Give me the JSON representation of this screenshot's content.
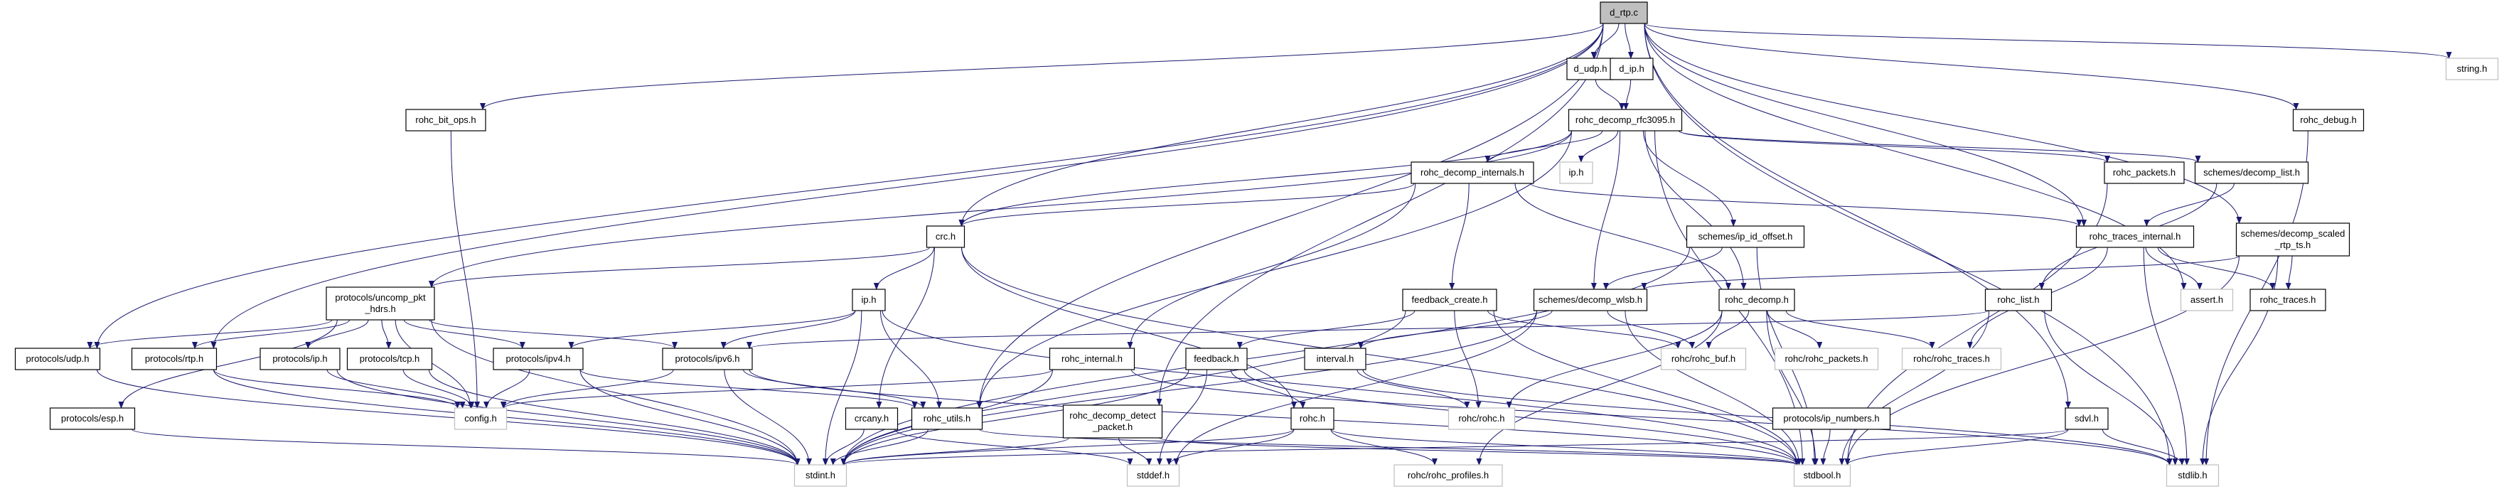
{
  "title": "d_rtp.c",
  "colors": {
    "edge": "#191970",
    "node_border": "#000000",
    "system_border": "#bfbfbf",
    "root_fill": "#bfbfbf",
    "node_fill": "#ffffff"
  },
  "nodes": [
    {
      "id": "d_rtp_c",
      "label": "d_rtp.c",
      "kind": "root"
    },
    {
      "id": "d_udp_h",
      "label": "d_udp.h",
      "kind": "local"
    },
    {
      "id": "d_ip_h",
      "label": "d_ip.h",
      "kind": "local"
    },
    {
      "id": "rohc_decomp_rfc3095_h",
      "label": "rohc_decomp_rfc3095.h",
      "kind": "local"
    },
    {
      "id": "rohc_bit_ops_h",
      "label": "rohc_bit_ops.h",
      "kind": "local"
    },
    {
      "id": "rohc_debug_h",
      "label": "rohc_debug.h",
      "kind": "local"
    },
    {
      "id": "string_h",
      "label": "string.h",
      "kind": "system"
    },
    {
      "id": "rohc_decomp_internals_h",
      "label": "rohc_decomp_internals.h",
      "kind": "local"
    },
    {
      "id": "ip_h_sys",
      "label": "ip.h",
      "kind": "system"
    },
    {
      "id": "rohc_packets_h",
      "label": "rohc_packets.h",
      "kind": "local"
    },
    {
      "id": "schemes_decomp_list_h",
      "label": "schemes/decomp_list.h",
      "kind": "local"
    },
    {
      "id": "crc_h",
      "label": "crc.h",
      "kind": "local"
    },
    {
      "id": "schemes_ip_id_offset_h",
      "label": "schemes/ip_id_offset.h",
      "kind": "local"
    },
    {
      "id": "rohc_traces_internal_h",
      "label": "rohc_traces_internal.h",
      "kind": "local"
    },
    {
      "id": "schemes_decomp_scaled_rtp_ts_h",
      "label": "schemes/decomp_scaled\n_rtp_ts.h",
      "kind": "local"
    },
    {
      "id": "protocols_uncomp_pkt_hdrs_h",
      "label": "protocols/uncomp_pkt\n_hdrs.h",
      "kind": "local"
    },
    {
      "id": "ip_h",
      "label": "ip.h",
      "kind": "local"
    },
    {
      "id": "feedback_create_h",
      "label": "feedback_create.h",
      "kind": "local"
    },
    {
      "id": "schemes_decomp_wlsb_h",
      "label": "schemes/decomp_wlsb.h",
      "kind": "local"
    },
    {
      "id": "rohc_decomp_h",
      "label": "rohc_decomp.h",
      "kind": "local"
    },
    {
      "id": "rohc_list_h",
      "label": "rohc_list.h",
      "kind": "local"
    },
    {
      "id": "assert_h",
      "label": "assert.h",
      "kind": "system"
    },
    {
      "id": "rohc_traces_h",
      "label": "rohc_traces.h",
      "kind": "local"
    },
    {
      "id": "protocols_udp_h",
      "label": "protocols/udp.h",
      "kind": "local"
    },
    {
      "id": "protocols_rtp_h",
      "label": "protocols/rtp.h",
      "kind": "local"
    },
    {
      "id": "protocols_ip_h",
      "label": "protocols/ip.h",
      "kind": "local"
    },
    {
      "id": "protocols_tcp_h",
      "label": "protocols/tcp.h",
      "kind": "local"
    },
    {
      "id": "protocols_ipv4_h",
      "label": "protocols/ipv4.h",
      "kind": "local"
    },
    {
      "id": "protocols_ipv6_h",
      "label": "protocols/ipv6.h",
      "kind": "local"
    },
    {
      "id": "rohc_internal_h",
      "label": "rohc_internal.h",
      "kind": "local"
    },
    {
      "id": "feedback_h",
      "label": "feedback.h",
      "kind": "local"
    },
    {
      "id": "interval_h",
      "label": "interval.h",
      "kind": "local"
    },
    {
      "id": "rohc_rohc_buf_h",
      "label": "rohc/rohc_buf.h",
      "kind": "system"
    },
    {
      "id": "rohc_rohc_packets_h",
      "label": "rohc/rohc_packets.h",
      "kind": "system"
    },
    {
      "id": "rohc_rohc_traces_h",
      "label": "rohc/rohc_traces.h",
      "kind": "system"
    },
    {
      "id": "config_h",
      "label": "config.h",
      "kind": "system"
    },
    {
      "id": "protocols_esp_h",
      "label": "protocols/esp.h",
      "kind": "local"
    },
    {
      "id": "crcany_h",
      "label": "crcany.h",
      "kind": "local"
    },
    {
      "id": "rohc_utils_h",
      "label": "rohc_utils.h",
      "kind": "local"
    },
    {
      "id": "rohc_decomp_detect_packet_h",
      "label": "rohc_decomp_detect\n_packet.h",
      "kind": "local"
    },
    {
      "id": "rohc_h",
      "label": "rohc.h",
      "kind": "local"
    },
    {
      "id": "rohc_rohc_h",
      "label": "rohc/rohc.h",
      "kind": "system"
    },
    {
      "id": "protocols_ip_numbers_h",
      "label": "protocols/ip_numbers.h",
      "kind": "local"
    },
    {
      "id": "sdvl_h",
      "label": "sdvl.h",
      "kind": "local"
    },
    {
      "id": "stdint_h",
      "label": "stdint.h",
      "kind": "system"
    },
    {
      "id": "stddef_h",
      "label": "stddef.h",
      "kind": "system"
    },
    {
      "id": "rohc_rohc_profiles_h",
      "label": "rohc/rohc_profiles.h",
      "kind": "system"
    },
    {
      "id": "stdbool_h",
      "label": "stdbool.h",
      "kind": "system"
    },
    {
      "id": "stdlib_h",
      "label": "stdlib.h",
      "kind": "system"
    }
  ],
  "edges": [
    [
      "d_rtp_c",
      "d_udp_h"
    ],
    [
      "d_rtp_c",
      "d_ip_h"
    ],
    [
      "d_rtp_c",
      "rohc_bit_ops_h"
    ],
    [
      "d_rtp_c",
      "rohc_debug_h"
    ],
    [
      "d_rtp_c",
      "string_h"
    ],
    [
      "d_rtp_c",
      "crc_h"
    ],
    [
      "d_rtp_c",
      "rohc_traces_internal_h"
    ],
    [
      "d_rtp_c",
      "schemes_decomp_scaled_rtp_ts_h"
    ],
    [
      "d_rtp_c",
      "protocols_udp_h"
    ],
    [
      "d_rtp_c",
      "protocols_rtp_h"
    ],
    [
      "d_rtp_c",
      "rohc_utils_h"
    ],
    [
      "d_rtp_c",
      "rohc_decomp_detect_packet_h"
    ],
    [
      "d_rtp_c",
      "assert_h"
    ],
    [
      "d_rtp_c",
      "sdvl_h"
    ],
    [
      "d_rtp_c",
      "stdlib_h"
    ],
    [
      "d_udp_h",
      "rohc_decomp_rfc3095_h"
    ],
    [
      "d_ip_h",
      "rohc_decomp_rfc3095_h"
    ],
    [
      "rohc_decomp_rfc3095_h",
      "rohc_decomp_internals_h"
    ],
    [
      "rohc_decomp_rfc3095_h",
      "ip_h_sys"
    ],
    [
      "rohc_decomp_rfc3095_h",
      "rohc_packets_h"
    ],
    [
      "rohc_decomp_rfc3095_h",
      "schemes_decomp_list_h"
    ],
    [
      "rohc_decomp_rfc3095_h",
      "schemes_ip_id_offset_h"
    ],
    [
      "rohc_decomp_rfc3095_h",
      "crc_h"
    ],
    [
      "rohc_decomp_rfc3095_h",
      "schemes_decomp_wlsb_h"
    ],
    [
      "rohc_decomp_rfc3095_h",
      "rohc_decomp_h"
    ],
    [
      "rohc_decomp_rfc3095_h",
      "protocols_uncomp_pkt_hdrs_h"
    ],
    [
      "rohc_decomp_rfc3095_h",
      "rohc_utils_h"
    ],
    [
      "rohc_decomp_rfc3095_h",
      "stdbool_h"
    ],
    [
      "rohc_bit_ops_h",
      "config_h"
    ],
    [
      "rohc_debug_h",
      "stdlib_h"
    ],
    [
      "rohc_decomp_internals_h",
      "crc_h"
    ],
    [
      "rohc_decomp_internals_h",
      "feedback_create_h"
    ],
    [
      "rohc_decomp_internals_h",
      "rohc_decomp_h"
    ],
    [
      "rohc_decomp_internals_h",
      "rohc_traces_internal_h"
    ],
    [
      "rohc_decomp_internals_h",
      "rohc_internal_h"
    ],
    [
      "rohc_packets_h",
      "stdbool_h"
    ],
    [
      "schemes_decomp_list_h",
      "rohc_traces_internal_h"
    ],
    [
      "schemes_decomp_list_h",
      "rohc_list_h"
    ],
    [
      "crc_h",
      "ip_h"
    ],
    [
      "crc_h",
      "crcany_h"
    ],
    [
      "crc_h",
      "protocols_uncomp_pkt_hdrs_h"
    ],
    [
      "crc_h",
      "rohc_h"
    ],
    [
      "crc_h",
      "stdbool_h"
    ],
    [
      "schemes_ip_id_offset_h",
      "schemes_decomp_wlsb_h"
    ],
    [
      "schemes_ip_id_offset_h",
      "stdint_h"
    ],
    [
      "schemes_ip_id_offset_h",
      "stdbool_h"
    ],
    [
      "rohc_traces_internal_h",
      "rohc_traces_h"
    ],
    [
      "rohc_traces_internal_h",
      "assert_h"
    ],
    [
      "rohc_traces_internal_h",
      "stdlib_h"
    ],
    [
      "rohc_traces_internal_h",
      "rohc_rohc_traces_h"
    ],
    [
      "schemes_decomp_scaled_rtp_ts_h",
      "rohc_traces_h"
    ],
    [
      "schemes_decomp_scaled_rtp_ts_h",
      "schemes_decomp_wlsb_h"
    ],
    [
      "schemes_decomp_scaled_rtp_ts_h",
      "stdlib_h"
    ],
    [
      "schemes_decomp_scaled_rtp_ts_h",
      "stdbool_h"
    ],
    [
      "protocols_uncomp_pkt_hdrs_h",
      "protocols_udp_h"
    ],
    [
      "protocols_uncomp_pkt_hdrs_h",
      "protocols_rtp_h"
    ],
    [
      "protocols_uncomp_pkt_hdrs_h",
      "protocols_ip_h"
    ],
    [
      "protocols_uncomp_pkt_hdrs_h",
      "protocols_tcp_h"
    ],
    [
      "protocols_uncomp_pkt_hdrs_h",
      "protocols_ipv4_h"
    ],
    [
      "protocols_uncomp_pkt_hdrs_h",
      "protocols_ipv6_h"
    ],
    [
      "protocols_uncomp_pkt_hdrs_h",
      "protocols_esp_h"
    ],
    [
      "protocols_uncomp_pkt_hdrs_h",
      "config_h"
    ],
    [
      "protocols_uncomp_pkt_hdrs_h",
      "stdint_h"
    ],
    [
      "ip_h",
      "protocols_ipv4_h"
    ],
    [
      "ip_h",
      "protocols_ipv6_h"
    ],
    [
      "ip_h",
      "rohc_utils_h"
    ],
    [
      "ip_h",
      "stdint_h"
    ],
    [
      "ip_h",
      "stdbool_h"
    ],
    [
      "feedback_create_h",
      "feedback_h"
    ],
    [
      "feedback_create_h",
      "rohc_rohc_buf_h"
    ],
    [
      "feedback_create_h",
      "rohc_rohc_h"
    ],
    [
      "feedback_create_h",
      "stdbool_h"
    ],
    [
      "feedback_create_h",
      "stdint_h"
    ],
    [
      "schemes_decomp_wlsb_h",
      "interval_h"
    ],
    [
      "schemes_decomp_wlsb_h",
      "rohc_rohc_buf_h"
    ],
    [
      "schemes_decomp_wlsb_h",
      "stddef_h"
    ],
    [
      "schemes_decomp_wlsb_h",
      "stdbool_h"
    ],
    [
      "schemes_decomp_wlsb_h",
      "stdint_h"
    ],
    [
      "rohc_decomp_h",
      "rohc_rohc_buf_h"
    ],
    [
      "rohc_decomp_h",
      "rohc_rohc_packets_h"
    ],
    [
      "rohc_decomp_h",
      "rohc_rohc_traces_h"
    ],
    [
      "rohc_decomp_h",
      "rohc_rohc_h"
    ],
    [
      "rohc_decomp_h",
      "rohc_rohc_profiles_h"
    ],
    [
      "rohc_decomp_h",
      "stdbool_h"
    ],
    [
      "rohc_list_h",
      "protocols_ipv6_h"
    ],
    [
      "rohc_list_h",
      "stdlib_h"
    ],
    [
      "rohc_list_h",
      "stdbool_h"
    ],
    [
      "protocols_udp_h",
      "stdint_h"
    ],
    [
      "protocols_rtp_h",
      "config_h"
    ],
    [
      "protocols_rtp_h",
      "stdint_h"
    ],
    [
      "protocols_ip_h",
      "config_h"
    ],
    [
      "protocols_ip_h",
      "stdint_h"
    ],
    [
      "protocols_tcp_h",
      "config_h"
    ],
    [
      "protocols_tcp_h",
      "stdint_h"
    ],
    [
      "protocols_ipv4_h",
      "config_h"
    ],
    [
      "protocols_ipv4_h",
      "stdint_h"
    ],
    [
      "protocols_ipv4_h",
      "rohc_utils_h"
    ],
    [
      "protocols_ipv6_h",
      "config_h"
    ],
    [
      "protocols_ipv6_h",
      "stdint_h"
    ],
    [
      "protocols_ipv6_h",
      "rohc_utils_h"
    ],
    [
      "protocols_ipv6_h",
      "stdbool_h"
    ],
    [
      "rohc_internal_h",
      "config_h"
    ],
    [
      "rohc_internal_h",
      "stdint_h"
    ],
    [
      "rohc_internal_h",
      "stdlib_h"
    ],
    [
      "feedback_h",
      "rohc_h"
    ],
    [
      "feedback_h",
      "stdint_h"
    ],
    [
      "feedback_h",
      "stddef_h"
    ],
    [
      "feedback_h",
      "stdbool_h"
    ],
    [
      "interval_h",
      "rohc_rohc_h"
    ],
    [
      "interval_h",
      "stdlib_h"
    ],
    [
      "protocols_esp_h",
      "stdint_h"
    ],
    [
      "crcany_h",
      "stdint_h"
    ],
    [
      "crcany_h",
      "stddef_h"
    ],
    [
      "rohc_utils_h",
      "stdint_h"
    ],
    [
      "rohc_utils_h",
      "stdbool_h"
    ],
    [
      "rohc_decomp_detect_packet_h",
      "stdint_h"
    ],
    [
      "rohc_decomp_detect_packet_h",
      "stddef_h"
    ],
    [
      "rohc_decomp_detect_packet_h",
      "stdbool_h"
    ],
    [
      "rohc_h",
      "stdint_h"
    ],
    [
      "rohc_h",
      "stddef_h"
    ],
    [
      "rohc_h",
      "stdbool_h"
    ],
    [
      "rohc_h",
      "rohc_rohc_profiles_h"
    ],
    [
      "protocols_ip_numbers_h",
      "stdbool_h"
    ],
    [
      "sdvl_h",
      "stdbool_h"
    ],
    [
      "sdvl_h",
      "stdint_h"
    ],
    [
      "sdvl_h",
      "stdlib_h"
    ]
  ]
}
